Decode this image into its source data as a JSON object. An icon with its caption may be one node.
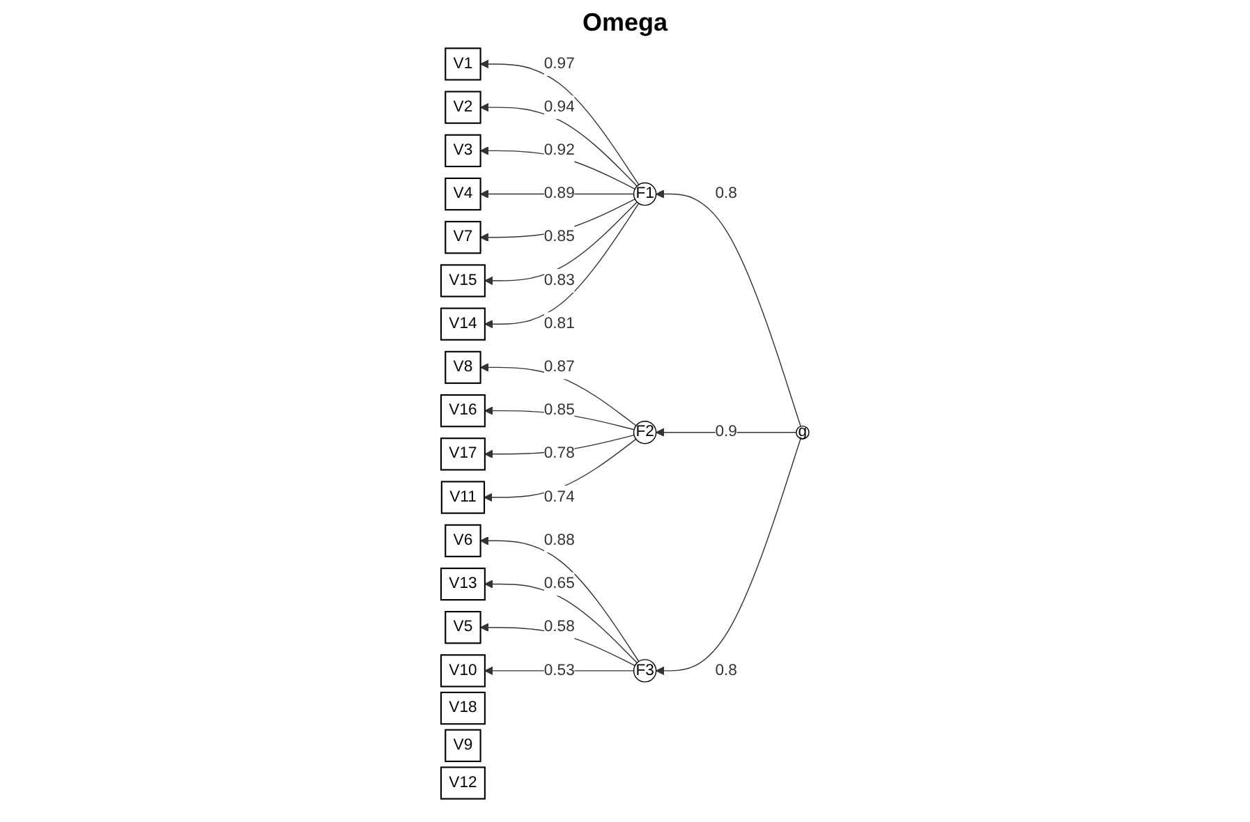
{
  "diagram": {
    "title": "Omega",
    "nodes": [
      {
        "text": [
          "V1"
        ]
      },
      {
        "text": [
          "V2"
        ]
      },
      {
        "text": [
          "V3"
        ]
      },
      {
        "text": [
          "V4"
        ]
      },
      {
        "text": [
          "V6"
        ]
      },
      {
        "text": [
          "V8"
        ]
      },
      {
        "text": [
          "V7"
        ]
      },
      {
        "text": [
          "V16"
        ]
      },
      {
        "text": [
          "V15"
        ]
      },
      {
        "text": [
          "V17"
        ]
      },
      {
        "text": [
          "V14"
        ]
      },
      {
        "text": [
          "V11"
        ]
      },
      {
        "text": [
          "V13"
        ]
      },
      {
        "text": [
          "V5"
        ]
      },
      {
        "text": [
          "V10"
        ]
      },
      {
        "text": [
          "V18"
        ]
      },
      {
        "text": [
          "V9"
        ]
      },
      {
        "text": [
          "V12"
        ]
      },
      {
        "text": [
          "F1"
        ]
      },
      {
        "text": [
          "F2"
        ]
      },
      {
        "text": [
          "F3"
        ]
      },
      {
        "text": [
          "g"
        ]
      }
    ],
    "edges": [
      {
        "from": 18,
        "to": 0,
        "arrow": "to",
        "label": "0.97"
      },
      {
        "from": 18,
        "to": 1,
        "arrow": "to",
        "label": "0.94"
      },
      {
        "from": 18,
        "to": 2,
        "arrow": "to",
        "label": "0.92"
      },
      {
        "from": 18,
        "to": 3,
        "arrow": "to",
        "label": "0.89"
      },
      {
        "from": 18,
        "to": 6,
        "arrow": "to",
        "label": "0.85"
      },
      {
        "from": 18,
        "to": 8,
        "arrow": "to",
        "label": "0.83"
      },
      {
        "from": 18,
        "to": 10,
        "arrow": "to",
        "label": "0.81"
      },
      {
        "from": 19,
        "to": 5,
        "arrow": "to",
        "label": "0.87"
      },
      {
        "from": 19,
        "to": 7,
        "arrow": "to",
        "label": "0.85"
      },
      {
        "from": 19,
        "to": 9,
        "arrow": "to",
        "label": "0.78"
      },
      {
        "from": 19,
        "to": 11,
        "arrow": "to",
        "label": "0.74"
      },
      {
        "from": 20,
        "to": 4,
        "arrow": "to",
        "label": "0.88"
      },
      {
        "from": 20,
        "to": 12,
        "arrow": "to",
        "label": "0.65"
      },
      {
        "from": 20,
        "to": 13,
        "arrow": "to",
        "label": "0.58"
      },
      {
        "from": 20,
        "to": 14,
        "arrow": "to",
        "label": "0.53"
      },
      {
        "from": 21,
        "to": 18,
        "arrow": "to",
        "label": "0.8"
      },
      {
        "from": 21,
        "to": 19,
        "arrow": "to",
        "label": "0.9"
      },
      {
        "from": 21,
        "to": 20,
        "arrow": "to",
        "label": "0.8"
      }
    ]
  }
}
